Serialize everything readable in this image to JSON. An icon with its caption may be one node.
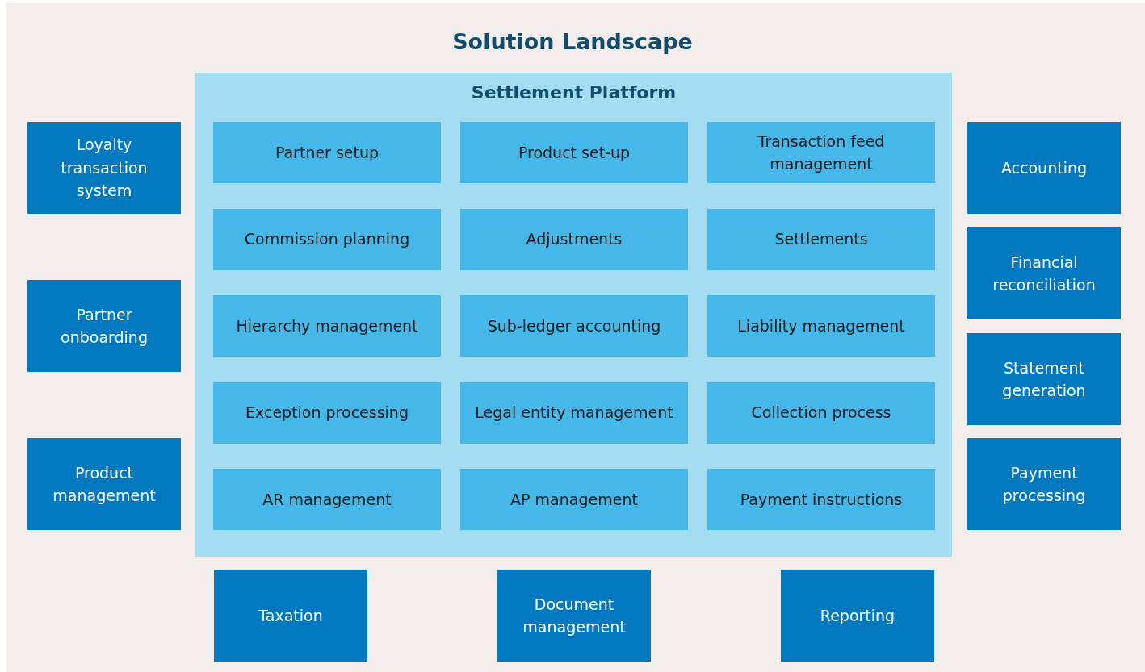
{
  "diagram": {
    "title": "Solution Landscape",
    "nodes": [
      {
        "text": [
          "Loyalty transaction system"
        ]
      },
      {
        "text": [
          "Partner onboarding"
        ]
      },
      {
        "text": [
          "Product management"
        ]
      },
      {
        "text": [
          "Settlement Platform"
        ]
      },
      {
        "text": [
          "Partner setup"
        ],
        "in": 3
      },
      {
        "text": [
          "Product set-up"
        ],
        "in": 3
      },
      {
        "text": [
          "Transaction feed management"
        ],
        "in": 3
      },
      {
        "text": [
          "Commission planning"
        ],
        "in": 3
      },
      {
        "text": [
          "Adjustments"
        ],
        "in": 3
      },
      {
        "text": [
          "Settlements"
        ],
        "in": 3
      },
      {
        "text": [
          "Hierarchy management"
        ],
        "in": 3
      },
      {
        "text": [
          "Sub-ledger accounting"
        ],
        "in": 3
      },
      {
        "text": [
          "Liability management"
        ],
        "in": 3
      },
      {
        "text": [
          "Exception processing"
        ],
        "in": 3
      },
      {
        "text": [
          "Legal entity management"
        ],
        "in": 3
      },
      {
        "text": [
          "Collection process"
        ],
        "in": 3
      },
      {
        "text": [
          "AR management"
        ],
        "in": 3
      },
      {
        "text": [
          "AP management"
        ],
        "in": 3
      },
      {
        "text": [
          "Payment instructions"
        ],
        "in": 3
      },
      {
        "text": [
          "Accounting"
        ]
      },
      {
        "text": [
          "Financial reconciliation"
        ]
      },
      {
        "text": [
          "Statement generation"
        ]
      },
      {
        "text": [
          "Payment processing"
        ]
      },
      {
        "text": [
          "Taxation"
        ]
      },
      {
        "text": [
          "Document management"
        ]
      },
      {
        "text": [
          "Reporting"
        ]
      }
    ]
  }
}
